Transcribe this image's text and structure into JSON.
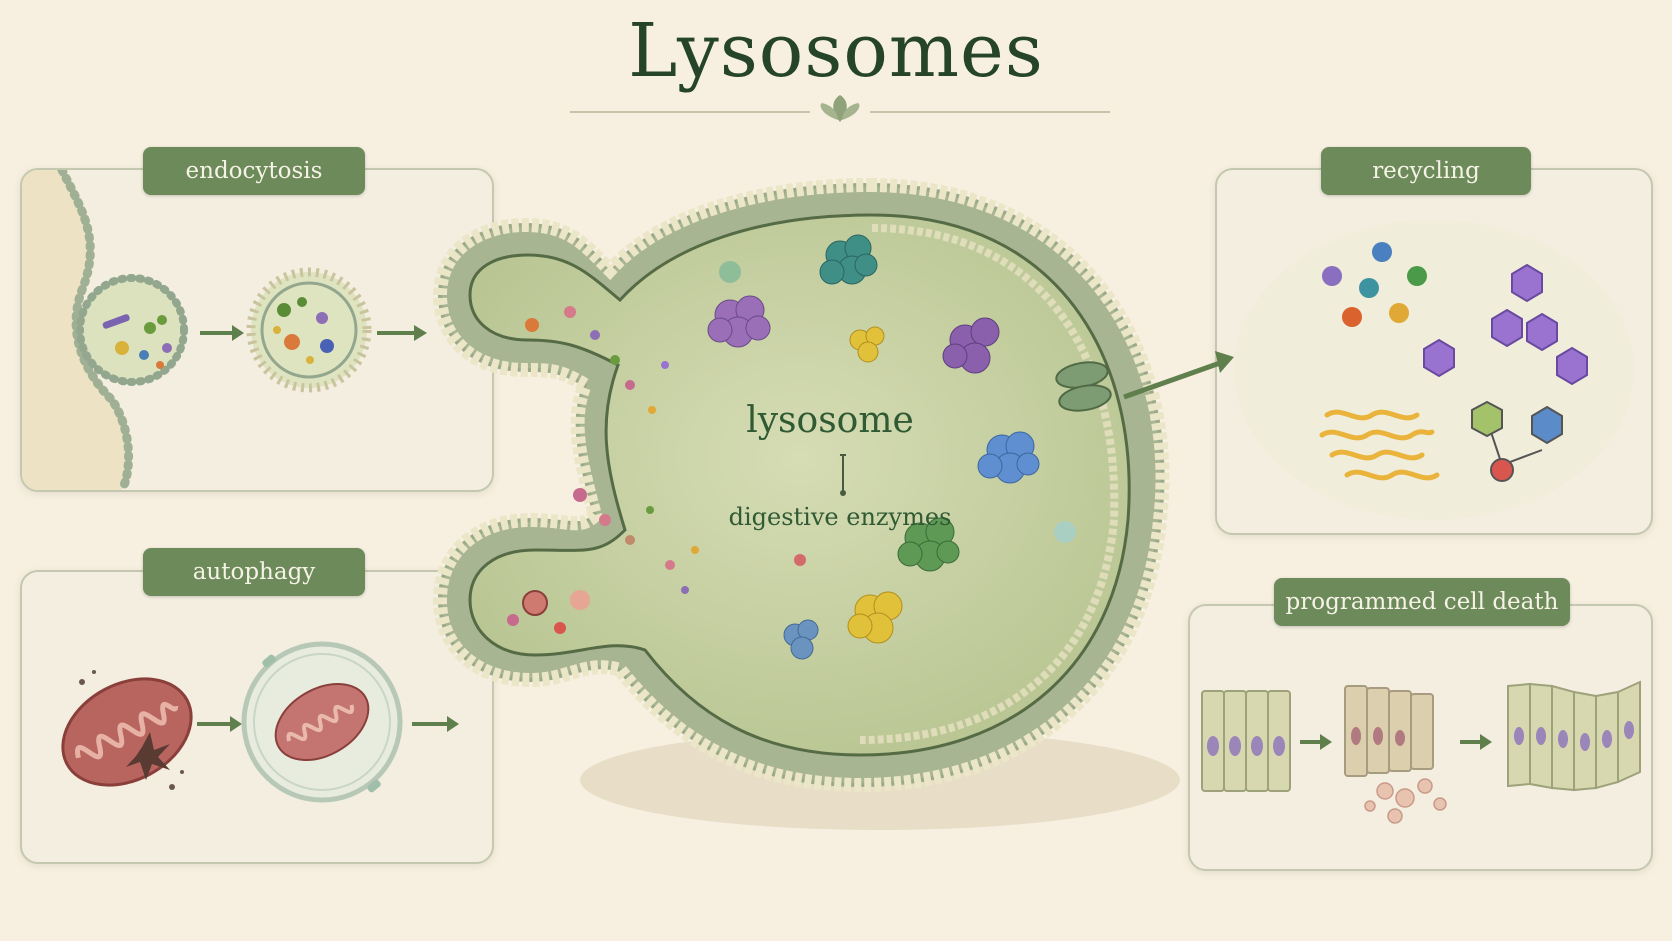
{
  "title": "Lysosomes",
  "center": {
    "label": "lysosome",
    "sublabel": "digestive enzymes"
  },
  "panels": {
    "endocytosis": {
      "label": "endocytosis"
    },
    "autophagy": {
      "label": "autophagy"
    },
    "recycling": {
      "label": "recycling"
    },
    "programmed_cell_death": {
      "label": "programmed cell death"
    }
  },
  "colors": {
    "background": "#f7f0e1",
    "tag": "#6d8a5a",
    "title": "#25442a",
    "lumen": "#c8d3a6",
    "membrane_bead": "#e8e2c4",
    "membrane_outer": "#9aaa88",
    "arrow": "#5f7f4c"
  }
}
